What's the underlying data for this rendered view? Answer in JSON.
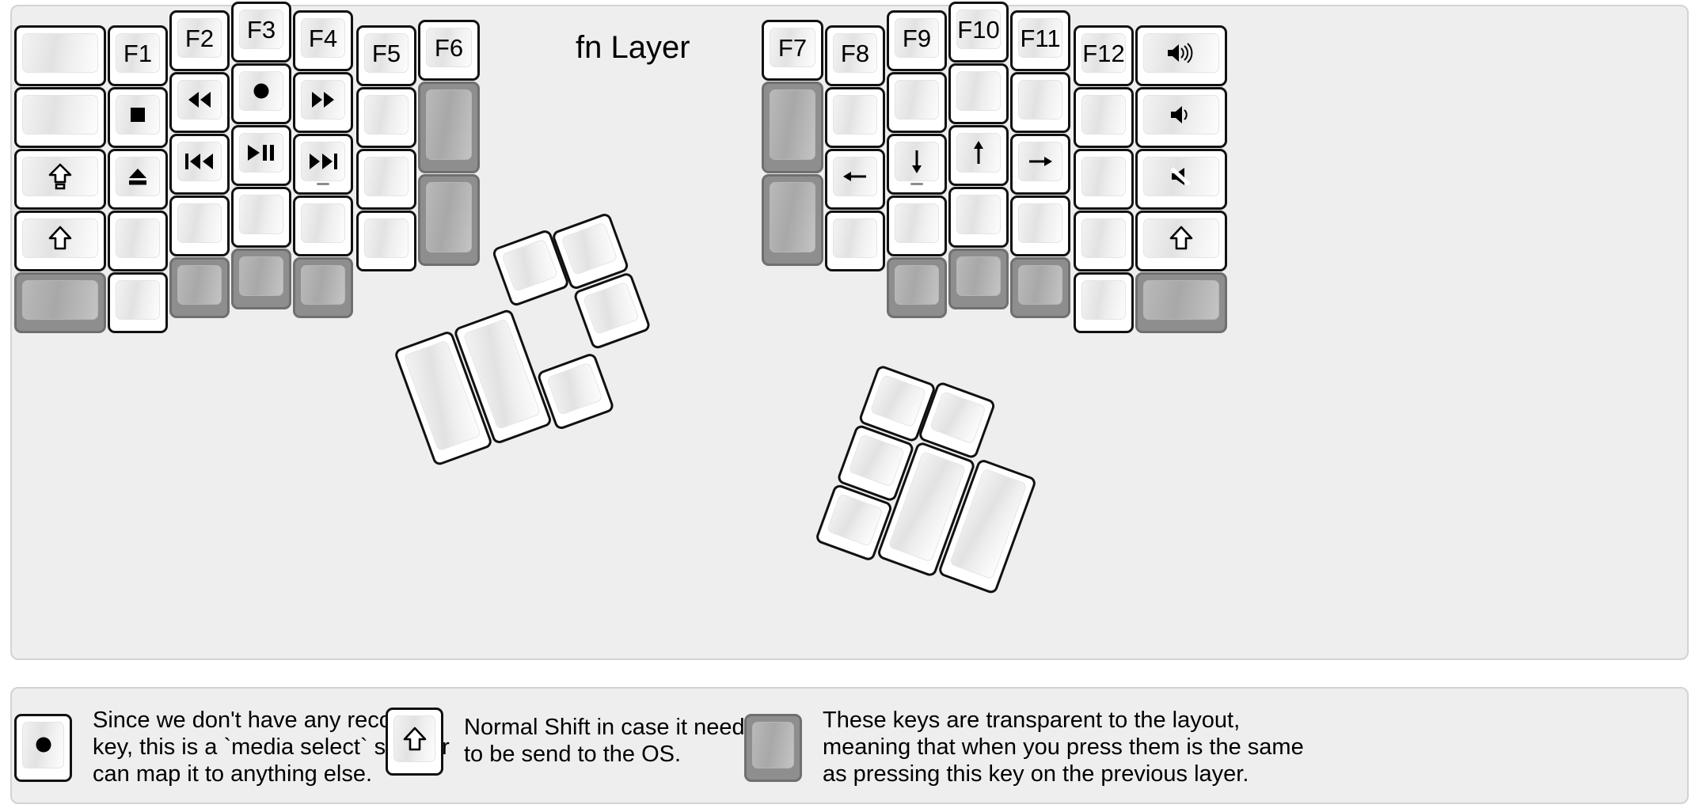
{
  "board": {
    "title": "fn Layer",
    "background_color": "#eeeeee",
    "key_color": "#ffffff",
    "transparent_key_color": "#a8a8a8",
    "outline_color": "#111111"
  },
  "glyphs": {
    "record": "●",
    "stop": "■",
    "eject": "⏏",
    "rewind": "◀◀",
    "fast_forward": "▶▶",
    "prev_track": "⏮",
    "play_pause": "▶‖",
    "next_track": "⏭",
    "arrow_left": "←",
    "arrow_down": "↓",
    "arrow_up": "↑",
    "arrow_right": "→",
    "volume_up": "🔊",
    "volume_down": "🔉",
    "mute": "🔇",
    "caps_lock": "⇧",
    "shift": "⇧"
  },
  "left_half": {
    "columns": [
      {
        "name": "outer-pinky",
        "keys": [
          {
            "label": "",
            "icon": "",
            "state": "blank"
          },
          {
            "label": "",
            "icon": "",
            "state": "blank"
          },
          {
            "label": "",
            "icon": "caps-lock-icon",
            "state": "blank"
          },
          {
            "label": "",
            "icon": "shift-icon",
            "state": "blank"
          },
          {
            "label": "",
            "icon": "",
            "state": "transparent"
          }
        ]
      },
      {
        "name": "pinky",
        "keys": [
          {
            "label": "F1",
            "icon": "",
            "state": "blank"
          },
          {
            "label": "",
            "icon": "stop-icon",
            "state": "blank"
          },
          {
            "label": "",
            "icon": "eject-icon",
            "state": "blank"
          },
          {
            "label": "",
            "icon": "",
            "state": "blank"
          },
          {
            "label": "",
            "icon": "",
            "state": "blank"
          }
        ]
      },
      {
        "name": "ring",
        "keys": [
          {
            "label": "F2",
            "icon": "",
            "state": "blank"
          },
          {
            "label": "",
            "icon": "rewind-icon",
            "state": "blank"
          },
          {
            "label": "",
            "icon": "prev-track-icon",
            "state": "blank"
          },
          {
            "label": "",
            "icon": "",
            "state": "blank"
          },
          {
            "label": "",
            "icon": "",
            "state": "transparent"
          }
        ]
      },
      {
        "name": "middle",
        "keys": [
          {
            "label": "F3",
            "icon": "",
            "state": "blank"
          },
          {
            "label": "",
            "icon": "record-icon",
            "state": "blank"
          },
          {
            "label": "",
            "icon": "play-pause-icon",
            "state": "blank"
          },
          {
            "label": "",
            "icon": "",
            "state": "blank"
          },
          {
            "label": "",
            "icon": "",
            "state": "transparent"
          }
        ]
      },
      {
        "name": "index",
        "keys": [
          {
            "label": "F4",
            "icon": "",
            "state": "blank"
          },
          {
            "label": "",
            "icon": "fast-forward-icon",
            "state": "blank"
          },
          {
            "label": "",
            "icon": "next-track-icon",
            "state": "blank",
            "homing": true
          },
          {
            "label": "",
            "icon": "",
            "state": "blank"
          },
          {
            "label": "",
            "icon": "",
            "state": "transparent"
          }
        ]
      },
      {
        "name": "inner-1",
        "keys": [
          {
            "label": "F5",
            "icon": "",
            "state": "blank"
          },
          {
            "label": "",
            "icon": "",
            "state": "blank"
          },
          {
            "label": "",
            "icon": "",
            "state": "blank"
          },
          {
            "label": "",
            "icon": "",
            "state": "blank"
          }
        ]
      },
      {
        "name": "inner-2",
        "keys": [
          {
            "label": "F6",
            "icon": "",
            "state": "blank"
          },
          {
            "label": "",
            "icon": "",
            "state": "transparent"
          },
          {
            "label": "",
            "icon": "",
            "state": "transparent"
          }
        ]
      }
    ],
    "thumb_cluster": [
      {
        "label": "",
        "icon": "",
        "state": "blank",
        "size": "tall"
      },
      {
        "label": "",
        "icon": "",
        "state": "blank",
        "size": "tall"
      },
      {
        "label": "",
        "icon": "",
        "state": "blank",
        "size": "small"
      },
      {
        "label": "",
        "icon": "",
        "state": "blank",
        "size": "small"
      },
      {
        "label": "",
        "icon": "",
        "state": "blank",
        "size": "small"
      },
      {
        "label": "",
        "icon": "",
        "state": "blank",
        "size": "small"
      }
    ]
  },
  "right_half": {
    "columns": [
      {
        "name": "inner-2",
        "keys": [
          {
            "label": "F7",
            "icon": "",
            "state": "blank"
          },
          {
            "label": "",
            "icon": "",
            "state": "transparent"
          },
          {
            "label": "",
            "icon": "",
            "state": "transparent"
          }
        ]
      },
      {
        "name": "inner-1",
        "keys": [
          {
            "label": "F8",
            "icon": "",
            "state": "blank"
          },
          {
            "label": "",
            "icon": "",
            "state": "blank"
          },
          {
            "label": "",
            "icon": "arrow-left-icon",
            "state": "blank"
          },
          {
            "label": "",
            "icon": "",
            "state": "blank"
          }
        ]
      },
      {
        "name": "index",
        "keys": [
          {
            "label": "F9",
            "icon": "",
            "state": "blank"
          },
          {
            "label": "",
            "icon": "",
            "state": "blank"
          },
          {
            "label": "",
            "icon": "arrow-down-icon",
            "state": "blank",
            "homing": true
          },
          {
            "label": "",
            "icon": "",
            "state": "blank"
          },
          {
            "label": "",
            "icon": "",
            "state": "transparent"
          }
        ]
      },
      {
        "name": "middle",
        "keys": [
          {
            "label": "F10",
            "icon": "",
            "state": "blank"
          },
          {
            "label": "",
            "icon": "",
            "state": "blank"
          },
          {
            "label": "",
            "icon": "arrow-up-icon",
            "state": "blank"
          },
          {
            "label": "",
            "icon": "",
            "state": "blank"
          },
          {
            "label": "",
            "icon": "",
            "state": "transparent"
          }
        ]
      },
      {
        "name": "ring",
        "keys": [
          {
            "label": "F11",
            "icon": "",
            "state": "blank"
          },
          {
            "label": "",
            "icon": "",
            "state": "blank"
          },
          {
            "label": "",
            "icon": "arrow-right-icon",
            "state": "blank"
          },
          {
            "label": "",
            "icon": "",
            "state": "blank"
          },
          {
            "label": "",
            "icon": "",
            "state": "transparent"
          }
        ]
      },
      {
        "name": "pinky",
        "keys": [
          {
            "label": "F12",
            "icon": "",
            "state": "blank"
          },
          {
            "label": "",
            "icon": "",
            "state": "blank"
          },
          {
            "label": "",
            "icon": "",
            "state": "blank"
          },
          {
            "label": "",
            "icon": "",
            "state": "blank"
          },
          {
            "label": "",
            "icon": "",
            "state": "blank"
          }
        ]
      },
      {
        "name": "outer-pinky",
        "keys": [
          {
            "label": "",
            "icon": "volume-up-icon",
            "state": "blank"
          },
          {
            "label": "",
            "icon": "volume-down-icon",
            "state": "blank"
          },
          {
            "label": "",
            "icon": "mute-icon",
            "state": "blank"
          },
          {
            "label": "",
            "icon": "shift-icon",
            "state": "blank"
          },
          {
            "label": "",
            "icon": "",
            "state": "transparent"
          }
        ]
      }
    ],
    "thumb_cluster": [
      {
        "label": "",
        "icon": "",
        "state": "blank",
        "size": "small"
      },
      {
        "label": "",
        "icon": "",
        "state": "blank",
        "size": "small"
      },
      {
        "label": "",
        "icon": "",
        "state": "blank",
        "size": "small"
      },
      {
        "label": "",
        "icon": "",
        "state": "blank",
        "size": "small"
      },
      {
        "label": "",
        "icon": "",
        "state": "blank",
        "size": "tall"
      },
      {
        "label": "",
        "icon": "",
        "state": "blank",
        "size": "tall"
      }
    ]
  },
  "legend": [
    {
      "key_icon": "record-icon",
      "key_state": "blank",
      "text": "Since we don't have any recording\nkey, this is a `media select` so user\ncan map it to anything else."
    },
    {
      "key_icon": "shift-icon",
      "key_state": "blank",
      "text": "Normal Shift in case it needs\nto be send to the OS."
    },
    {
      "key_icon": "",
      "key_state": "transparent",
      "text": "These keys are transparent to the layout,\nmeaning that when you press them is the same\nas pressing this key on the previous layer."
    }
  ]
}
